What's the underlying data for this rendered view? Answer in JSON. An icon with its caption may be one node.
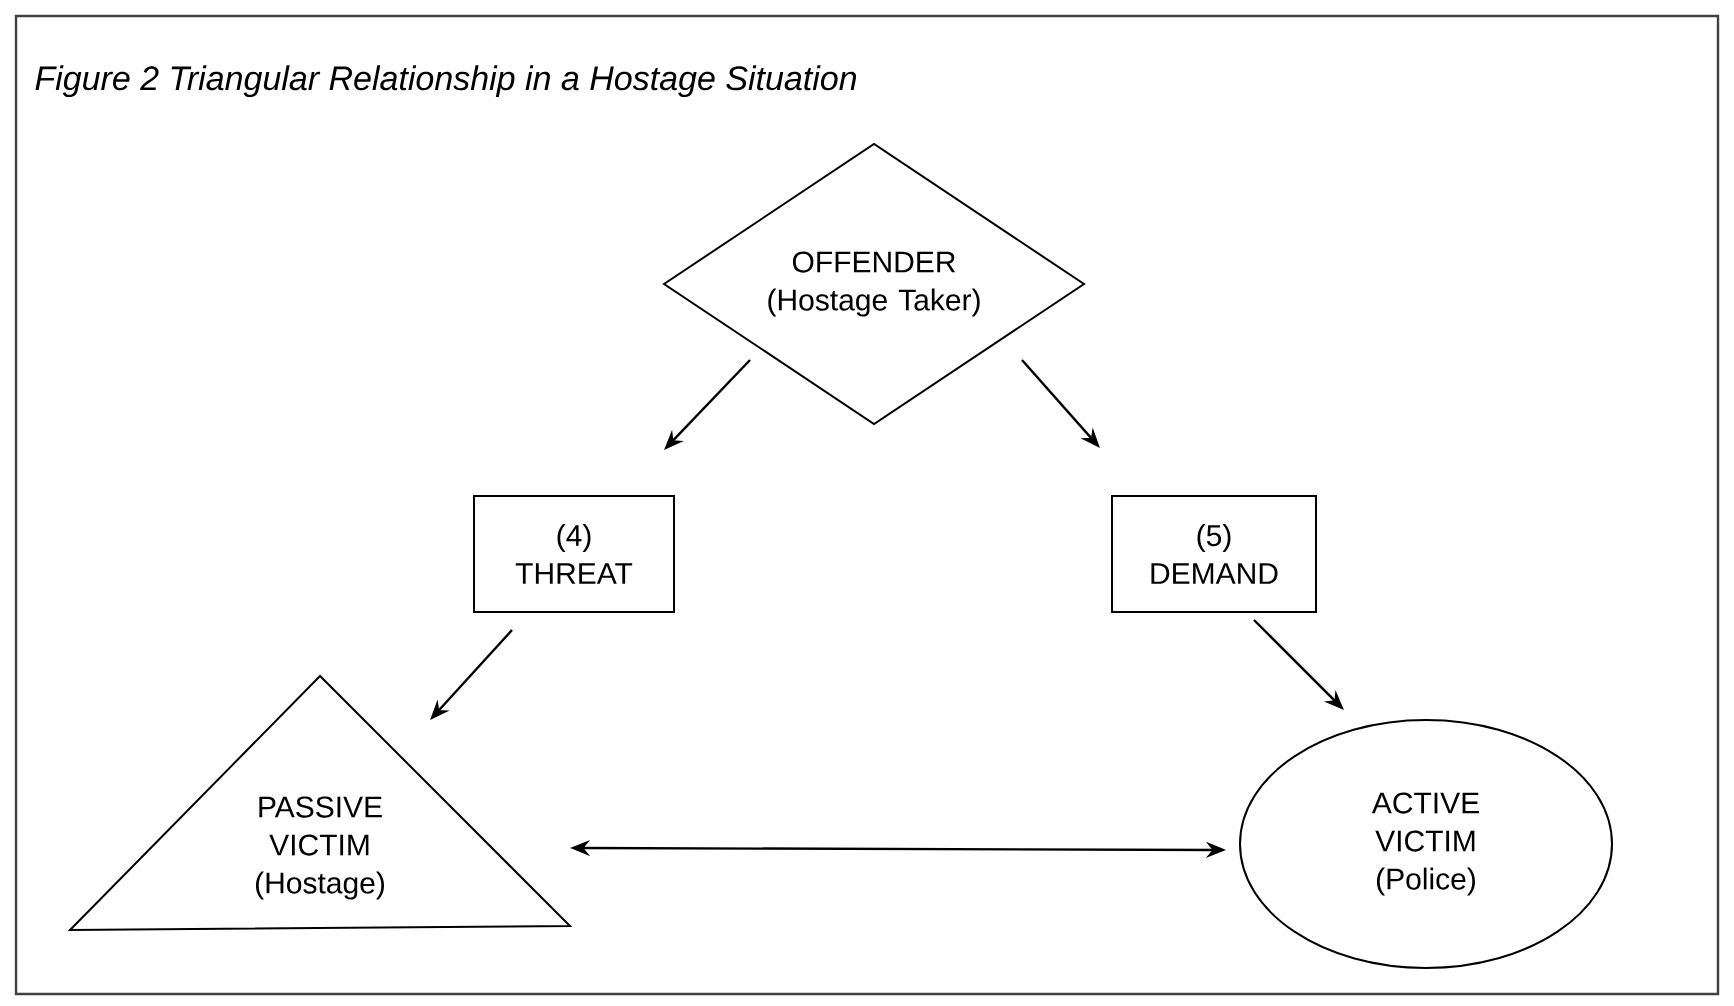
{
  "diagram": {
    "title": "Figure 2 Triangular Relationship in a Hostage Situation",
    "nodes": [
      {
        "text": [
          "OFFENDER (Hostage Taker)"
        ]
      },
      {
        "text": [
          "(4) THREAT"
        ]
      },
      {
        "text": [
          "(5) DEMAND"
        ]
      },
      {
        "text": [
          "PASSIVE VICTIM (Hostage)"
        ]
      },
      {
        "text": [
          "ACTIVE VICTIM (Police)"
        ]
      }
    ],
    "edges": [
      {
        "from": 0,
        "to": 1,
        "arrow": "to"
      },
      {
        "from": 0,
        "to": 2,
        "arrow": "to"
      },
      {
        "from": 1,
        "to": 3,
        "arrow": "to"
      },
      {
        "from": 2,
        "to": 4,
        "arrow": "to"
      },
      {
        "from": 3,
        "to": 4,
        "arrow": "both"
      }
    ]
  }
}
